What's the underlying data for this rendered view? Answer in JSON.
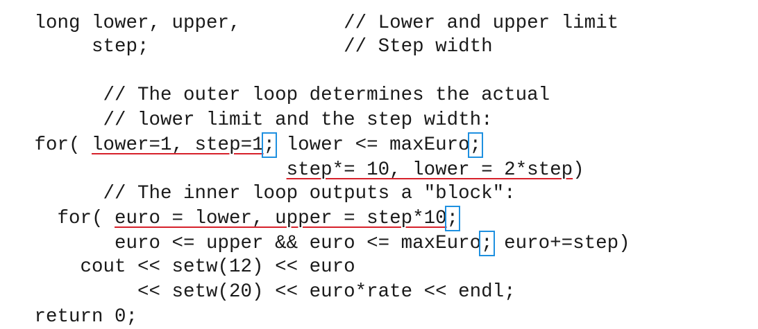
{
  "accent_colors": {
    "underline": "#d6202a",
    "box": "#1e90e0",
    "text": "#1a1a1a"
  },
  "lines": [
    [
      {
        "t": "   long lower, upper,         // Lower and upper limit"
      }
    ],
    [
      {
        "t": "        step;                 // Step width"
      }
    ],
    [
      {
        "t": ""
      }
    ],
    [
      {
        "t": "         // The outer loop determines the actual"
      }
    ],
    [
      {
        "t": "         // lower limit and the step width:"
      }
    ],
    [
      {
        "t": "   for( "
      },
      {
        "t": "lower=1, step=1",
        "u": true
      },
      {
        "t": ";",
        "b": true
      },
      {
        "t": " lower <= maxEuro"
      },
      {
        "t": ";",
        "b": true
      }
    ],
    [
      {
        "t": "                         "
      },
      {
        "t": "step*= 10, lower = 2*step",
        "u": true
      },
      {
        "t": ")"
      }
    ],
    [
      {
        "t": "         // The inner loop outputs a \"block\":"
      }
    ],
    [
      {
        "t": "     for( "
      },
      {
        "t": "euro = lower, upper = step*10",
        "u": true
      },
      {
        "t": ";",
        "b": true
      }
    ],
    [
      {
        "t": "          euro <= upper && euro <= maxEuro"
      },
      {
        "t": ";",
        "b": true
      },
      {
        "t": " euro+=step)"
      }
    ],
    [
      {
        "t": "       cout << setw(12) << euro"
      }
    ],
    [
      {
        "t": "            << setw(20) << euro*rate << endl;"
      }
    ],
    [
      {
        "t": "   return 0;"
      }
    ]
  ]
}
